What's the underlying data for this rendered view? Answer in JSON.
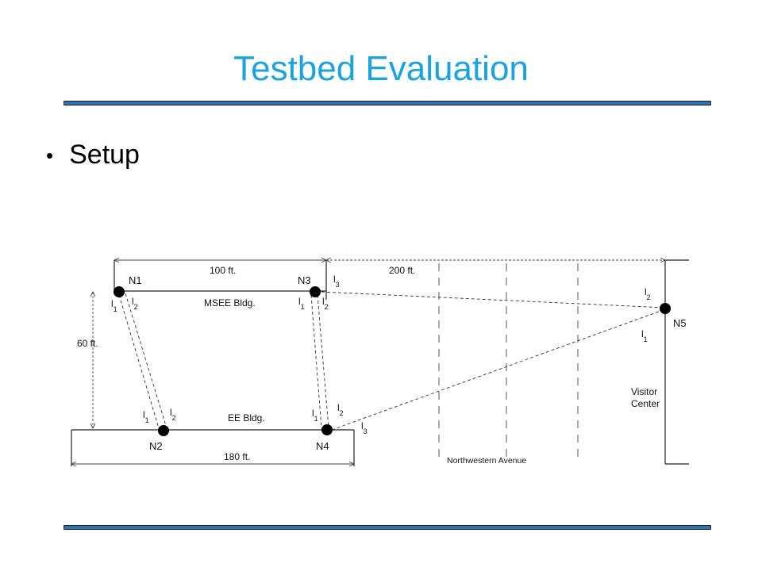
{
  "slide": {
    "title": "Testbed Evaluation",
    "bullets": [
      "Setup"
    ],
    "accent_color": "#1AA3E1",
    "rule_color": "#2E74B5"
  },
  "diagram": {
    "nodes": [
      "N1",
      "N2",
      "N3",
      "N4",
      "N5"
    ],
    "buildings": [
      "MSEE Bldg.",
      "EE Bldg.",
      "Visitor",
      "Center"
    ],
    "street": "Northwestern Avenue",
    "dimensions": [
      "100 ft.",
      "200 ft.",
      "60 ft.",
      "180 ft."
    ],
    "link_labels": {
      "l": "l",
      "sub1": "1",
      "sub2": "2",
      "sub3": "3"
    }
  }
}
